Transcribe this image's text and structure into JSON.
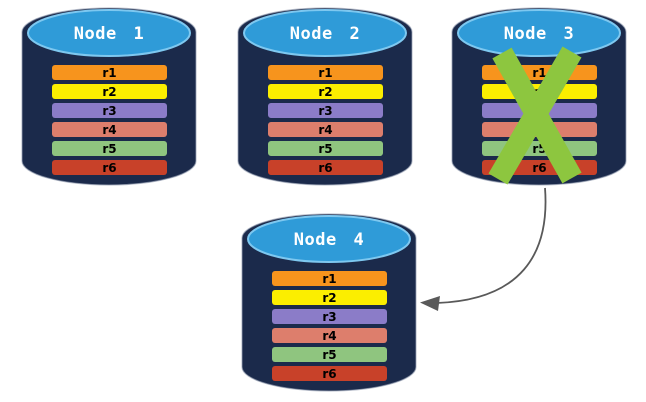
{
  "partitions": [
    {
      "label": "r1",
      "color": "#F7941D"
    },
    {
      "label": "r2",
      "color": "#FBEE00"
    },
    {
      "label": "r3",
      "color": "#8B7CC8"
    },
    {
      "label": "r4",
      "color": "#DD7E6C"
    },
    {
      "label": "r5",
      "color": "#8FC57F"
    },
    {
      "label": "r6",
      "color": "#C84129"
    }
  ],
  "nodes": [
    {
      "label": "Node 1",
      "status": "active"
    },
    {
      "label": "Node 2",
      "status": "active"
    },
    {
      "label": "Node 3",
      "status": "failed"
    },
    {
      "label": "Node 4",
      "status": "active"
    }
  ],
  "colors": {
    "cylinder_body": "#1B2A4B",
    "cylinder_top": "#2F9BD8",
    "failure_x": "#8DC63F",
    "arrow": "#595959"
  }
}
